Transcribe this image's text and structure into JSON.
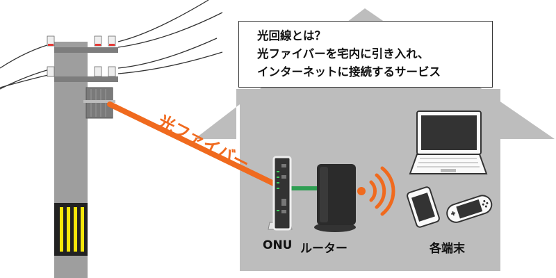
{
  "caption": {
    "line1": "光回線とは？",
    "line2": "光ファイバーを宅内に引き入れ、",
    "line3": "インターネットに接続するサービス"
  },
  "fiber_label": "光ファイバー",
  "labels": {
    "onu": "ONU",
    "router": "ルーター",
    "devices": "各端末"
  },
  "colors": {
    "house": "#bdbdbd",
    "pole": "#9e9e9e",
    "fiber": "#f06a1e",
    "lan_cable": "#2e9e52",
    "signal": "#f06a1e",
    "pole_guard": "#f5e60a"
  },
  "icons": [
    "utility-pole-icon",
    "onu-icon",
    "router-icon",
    "wifi-signal-icon",
    "laptop-icon",
    "smartphone-icon",
    "game-console-icon"
  ]
}
